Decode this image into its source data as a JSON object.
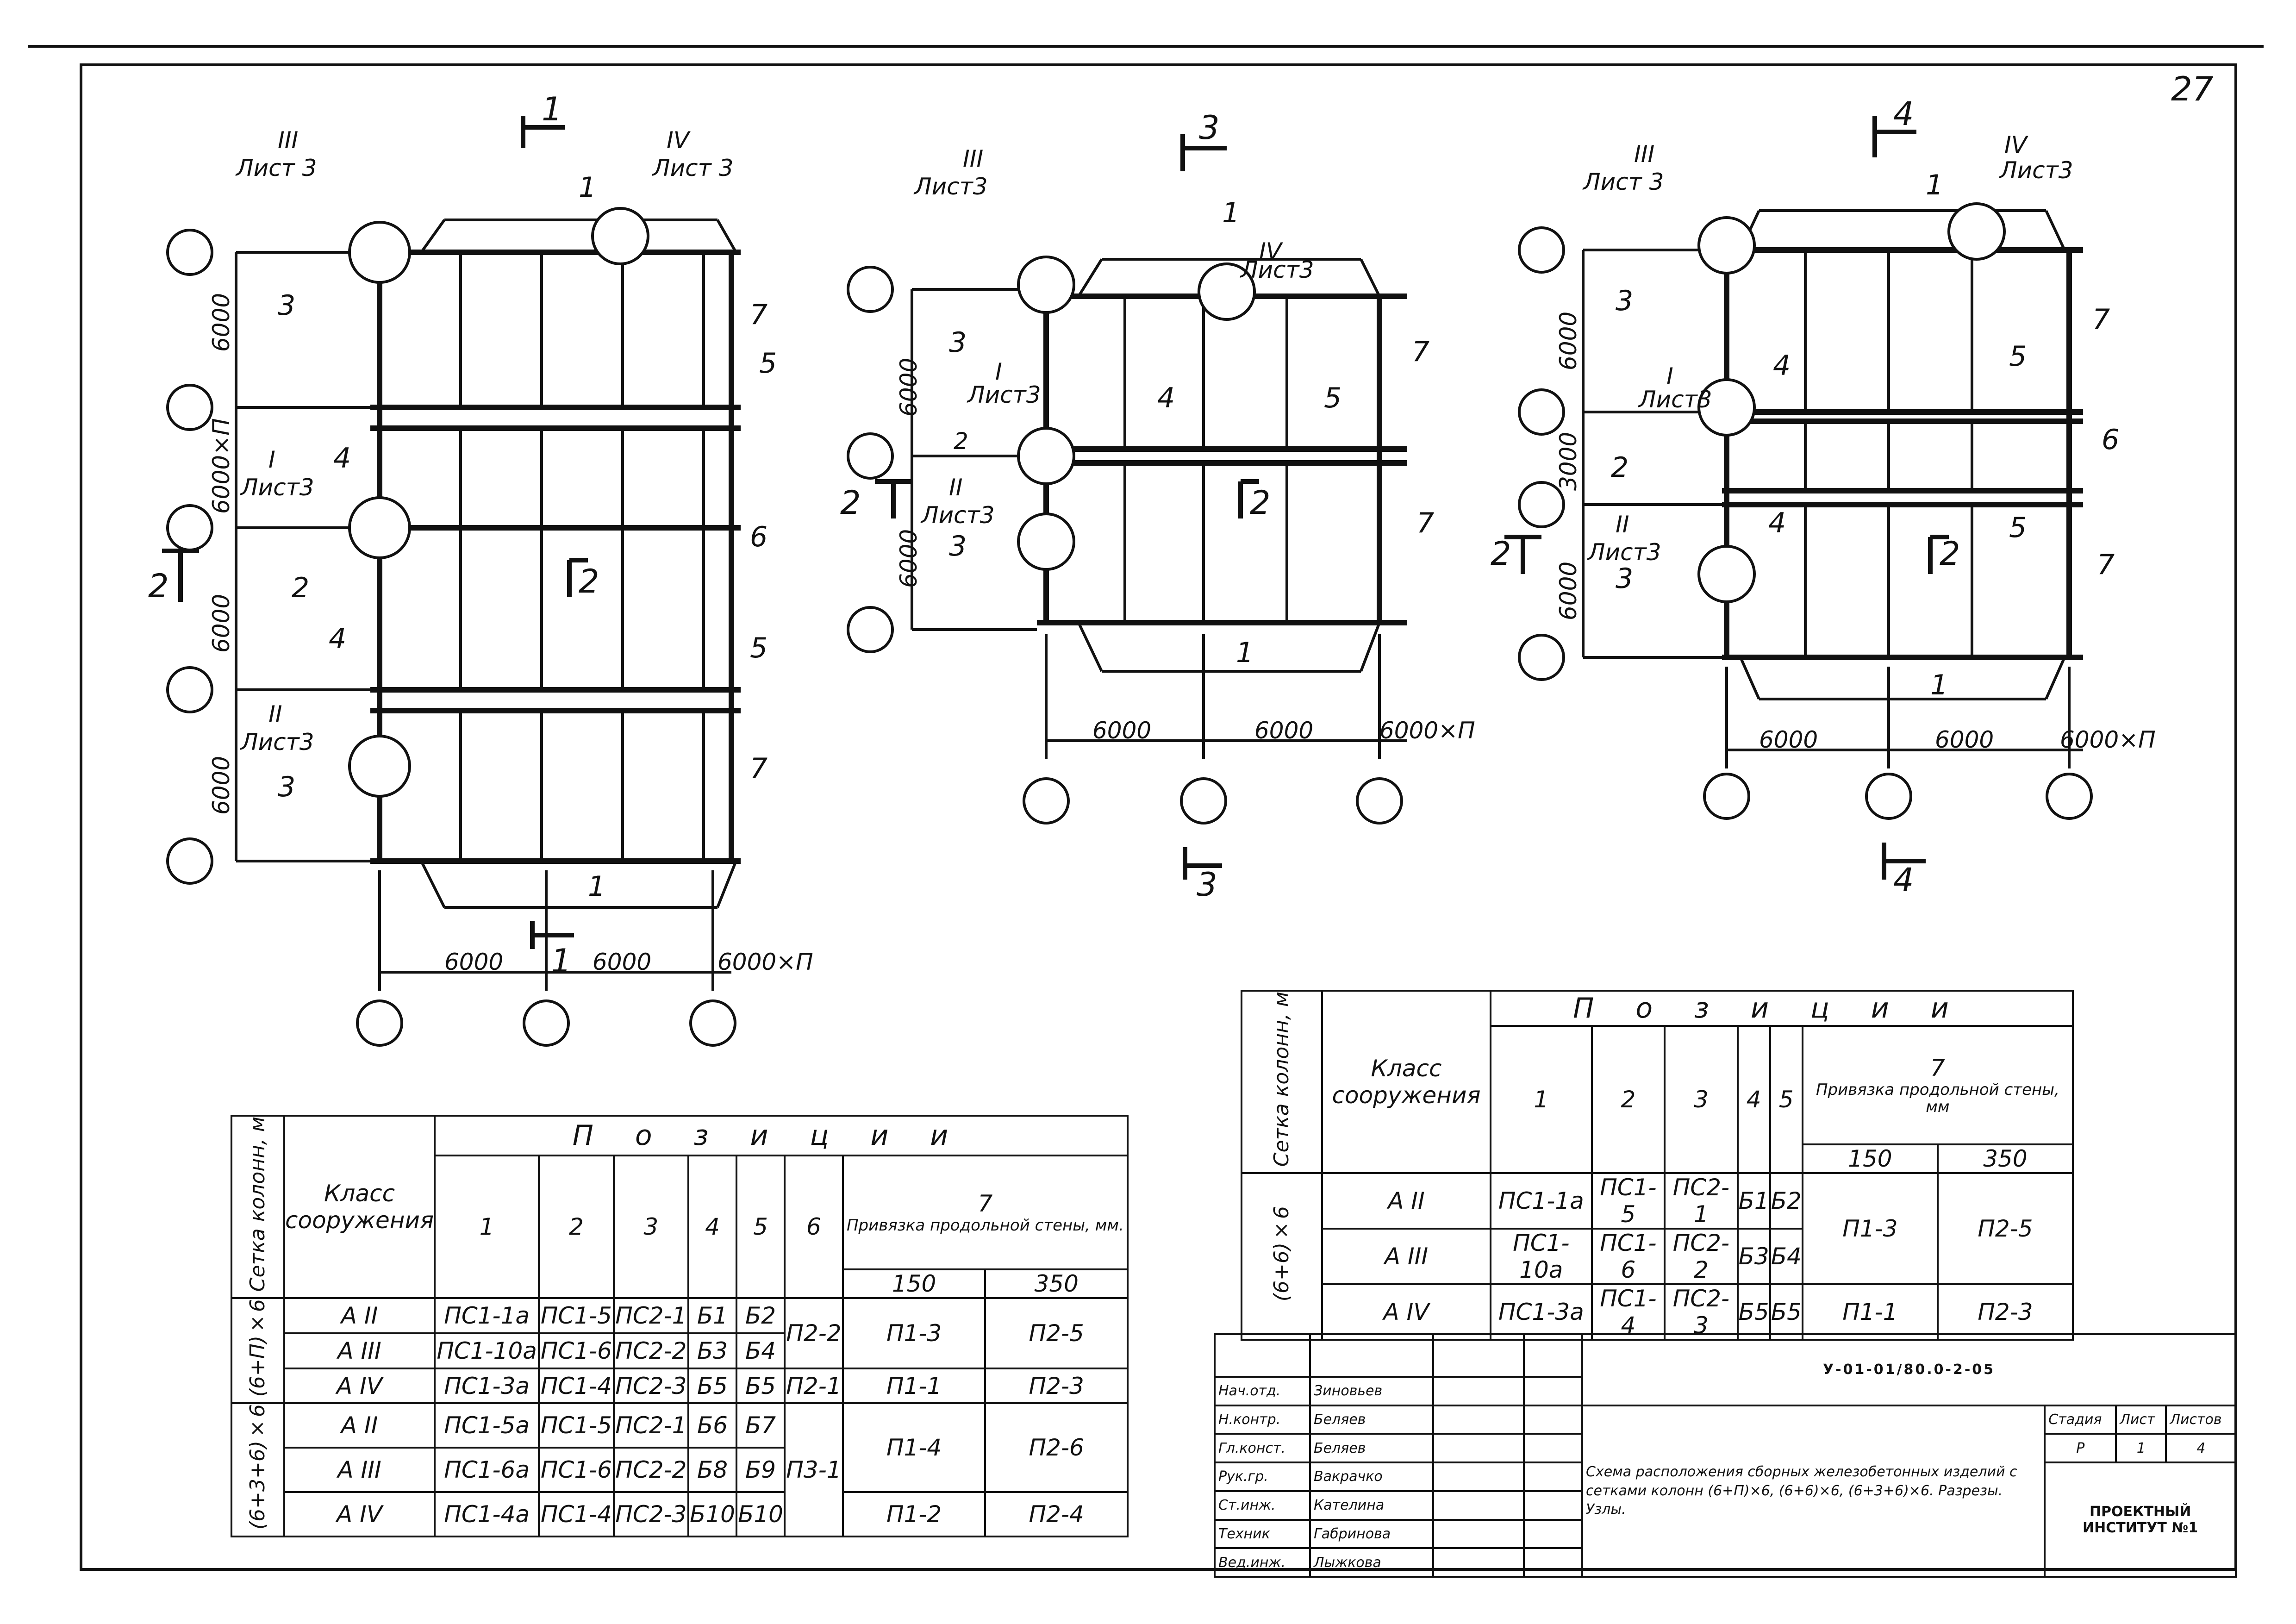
{
  "page_number": "27",
  "plan_left": {
    "dims_bottom": [
      "6000",
      "6000",
      "6000×П"
    ],
    "dims_left": [
      "6000",
      "6000×П",
      "6000",
      "6000"
    ],
    "section_marks": [
      "1",
      "2"
    ],
    "callouts": [
      {
        "roman": "III",
        "sheet": "Лист 3"
      },
      {
        "roman": "IV",
        "sheet": "Лист 3"
      },
      {
        "roman": "I",
        "sheet": "Лист3"
      },
      {
        "roman": "II",
        "sheet": "Лист3"
      }
    ],
    "positions": [
      "1",
      "3",
      "7",
      "5",
      "4",
      "6",
      "2",
      "4",
      "5",
      "7",
      "3",
      "1"
    ]
  },
  "plan_mid": {
    "dims_bottom": [
      "6000",
      "6000",
      "6000×П"
    ],
    "dims_left": [
      "6000",
      "6000"
    ],
    "section_marks": [
      "3",
      "2"
    ],
    "callouts": [
      {
        "roman": "III",
        "sheet": "Лист3"
      },
      {
        "roman": "IV",
        "sheet": "Лист3"
      },
      {
        "roman": "I",
        "sheet": "Лист3"
      },
      {
        "roman": "II",
        "sheet": "Лист3"
      }
    ],
    "positions": [
      "1",
      "3",
      "7",
      "4",
      "5",
      "2",
      "7",
      "3",
      "1"
    ]
  },
  "plan_right": {
    "dims_bottom": [
      "6000",
      "6000",
      "6000×П"
    ],
    "dims_left": [
      "6000",
      "3000",
      "6000"
    ],
    "section_marks": [
      "4",
      "2"
    ],
    "callouts": [
      {
        "roman": "III",
        "sheet": "Лист 3"
      },
      {
        "roman": "IV",
        "sheet": "Лист3"
      },
      {
        "roman": "I",
        "sheet": "Лист3"
      },
      {
        "roman": "II",
        "sheet": "Лист3"
      }
    ],
    "positions": [
      "1",
      "3",
      "7",
      "4",
      "5",
      "6",
      "2",
      "4",
      "5",
      "7",
      "3",
      "1"
    ]
  },
  "schedule_left": {
    "h_grid": "Сетка колонн, м",
    "h_class": "Класс сооружения",
    "h_positions": "Позиции",
    "cols": [
      "1",
      "2",
      "3",
      "4",
      "5",
      "6"
    ],
    "h_col7": "7",
    "h_col7_sub": "Привязка продольной стены, мм.",
    "h_150": "150",
    "h_350": "350",
    "groups": [
      {
        "grid": "(6+П)×6",
        "rows": [
          {
            "cls": "А II",
            "c1": "ПС1-1а",
            "c2": "ПС1-5",
            "c3": "ПС2-1",
            "c4": "Б1",
            "c5": "Б2"
          },
          {
            "cls": "А III",
            "c1": "ПС1-10а",
            "c2": "ПС1-6",
            "c3": "ПС2-2",
            "c4": "Б3",
            "c5": "Б4"
          },
          {
            "cls": "А IV",
            "c1": "ПС1-3а",
            "c2": "ПС1-4",
            "c3": "ПС2-3",
            "c4": "Б5",
            "c5": "Б5"
          }
        ],
        "c6_top": "П2-2",
        "c6_bottom": "П2-1",
        "c150_top": "П1-3",
        "c350_top": "П2-5",
        "c150_bottom": "П1-1",
        "c350_bottom": "П2-3"
      },
      {
        "grid": "(6+3+6)×6",
        "rows": [
          {
            "cls": "А II",
            "c1": "ПС1-5а",
            "c2": "ПС1-5",
            "c3": "ПС2-1",
            "c4": "Б6",
            "c5": "Б7"
          },
          {
            "cls": "А III",
            "c1": "ПС1-6а",
            "c2": "ПС1-6",
            "c3": "ПС2-2",
            "c4": "Б8",
            "c5": "Б9"
          },
          {
            "cls": "А IV",
            "c1": "ПС1-4а",
            "c2": "ПС1-4",
            "c3": "ПС2-3",
            "c4": "Б10",
            "c5": "Б10"
          }
        ],
        "c6": "П3-1",
        "c150_top": "П1-4",
        "c350_top": "П2-6",
        "c150_bottom": "П1-2",
        "c350_bottom": "П2-4"
      }
    ]
  },
  "schedule_right": {
    "h_grid": "Сетка колонн, м",
    "h_class": "Класс сооружения",
    "h_positions": "Позиции",
    "cols": [
      "1",
      "2",
      "3",
      "4",
      "5"
    ],
    "h_col7": "7",
    "h_col7_sub": "Привязка продольной стены, мм",
    "h_150": "150",
    "h_350": "350",
    "grid": "(6+6)×6",
    "rows": [
      {
        "cls": "А II",
        "c1": "ПС1-1а",
        "c2": "ПС1-5",
        "c3": "ПС2-1",
        "c4": "Б1",
        "c5": "Б2"
      },
      {
        "cls": "А III",
        "c1": "ПС1-10а",
        "c2": "ПС1-6",
        "c3": "ПС2-2",
        "c4": "Б3",
        "c5": "Б4"
      },
      {
        "cls": "А IV",
        "c1": "ПС1-3а",
        "c2": "ПС1-4",
        "c3": "ПС2-3",
        "c4": "Б5",
        "c5": "Б5"
      }
    ],
    "c150_top": "П1-3",
    "c350_top": "П2-5",
    "c150_bottom": "П1-1",
    "c350_bottom": "П2-3"
  },
  "title_block": {
    "code": "У-01-01/80.0-2-05",
    "description": "Схема расположения сборных железобетонных изделий с сетками колонн (6+П)×6, (6+6)×6, (6+3+6)×6. Разрезы. Узлы.",
    "h_stage": "Стадия",
    "h_sheet": "Лист",
    "h_sheets": "Листов",
    "stage": "Р",
    "sheet": "1",
    "sheets": "4",
    "institute": "ПРОЕКТНЫЙ ИНСТИТУТ №1",
    "staff": [
      {
        "role": "Нач.отд.",
        "name": "Зиновьев"
      },
      {
        "role": "Н.контр.",
        "name": "Беляев"
      },
      {
        "role": "Гл.конст.",
        "name": "Беляев"
      },
      {
        "role": "Рук.гр.",
        "name": "Вакрачко"
      },
      {
        "role": "Ст.инж.",
        "name": "Кателина"
      },
      {
        "role": "Техник",
        "name": "Габринова"
      },
      {
        "role": "Вед.инж.",
        "name": "Лыжкова"
      }
    ]
  }
}
